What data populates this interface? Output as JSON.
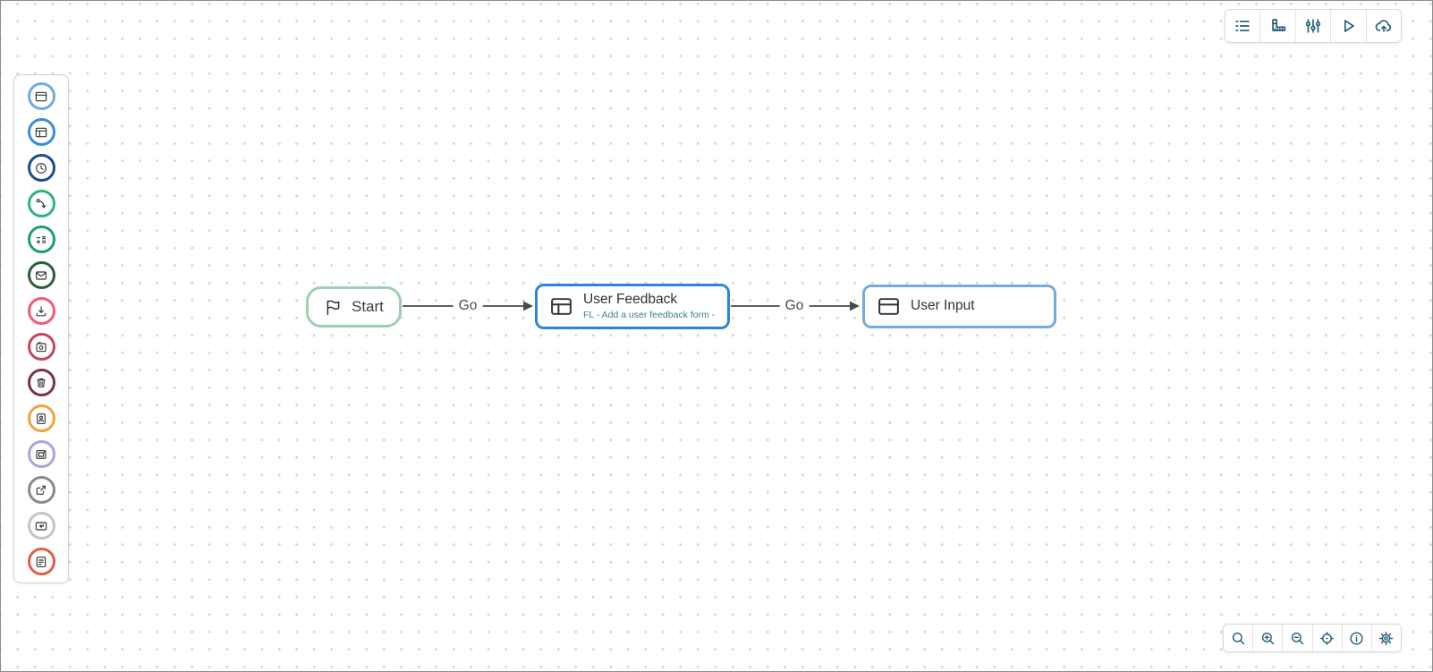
{
  "canvas": {
    "background": "#ffffff",
    "dot_color": "#d9d9d9",
    "edge_color": "#4a4a4a"
  },
  "sidebar": {
    "items": [
      {
        "name": "window",
        "color": "#6FABE4"
      },
      {
        "name": "layout",
        "color": "#3A8BDB"
      },
      {
        "name": "clock",
        "color": "#1B4F8C"
      },
      {
        "name": "path",
        "color": "#2FB57C"
      },
      {
        "name": "math",
        "color": "#1E9E71"
      },
      {
        "name": "mail",
        "color": "#2C5F3E"
      },
      {
        "name": "download",
        "color": "#F15B75"
      },
      {
        "name": "capture",
        "color": "#C2455C"
      },
      {
        "name": "trash",
        "color": "#7E3242"
      },
      {
        "name": "id-card",
        "color": "#F0A43B"
      },
      {
        "name": "layers",
        "color": "#B3A0DC"
      },
      {
        "name": "external-link",
        "color": "#8A8A8A"
      },
      {
        "name": "enter-key",
        "color": "#C4C4C4"
      },
      {
        "name": "note",
        "color": "#DE5F4B"
      }
    ]
  },
  "top_toolbar": {
    "icon_color": "#235C77",
    "buttons": [
      "list",
      "ruler",
      "sliders",
      "run",
      "cloud-upload"
    ]
  },
  "bottom_toolbar": {
    "icon_color": "#235C77",
    "buttons": [
      "search",
      "zoom-in",
      "zoom-out",
      "fit-view",
      "info",
      "settings"
    ]
  },
  "nodes": {
    "start": {
      "label": "Start",
      "border_color": "#9CD1AF"
    },
    "user_feedback": {
      "title": "User Feedback",
      "subtitle": "FL - Add a user feedback form -",
      "border_color": "#2E85D8",
      "subtitle_color": "#3E7D92"
    },
    "user_input": {
      "title": "User Input",
      "border_color": "#75ACDE"
    }
  },
  "edges": [
    {
      "label": "Go"
    },
    {
      "label": "Go"
    }
  ]
}
